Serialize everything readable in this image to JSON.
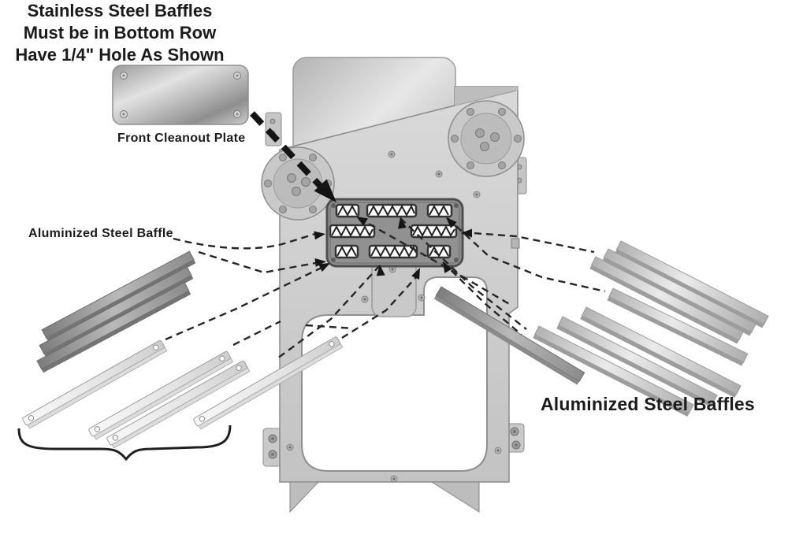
{
  "labels": {
    "front_cleanout_plate": "Front Cleanout Plate",
    "aluminized_steel_baffle": "Aluminized Steel Baffle",
    "aluminized_steel_baffles": "Aluminized Steel Baffles",
    "stainless_note_line1": "Stainless Steel Baffles",
    "stainless_note_line2": "Must be in Bottom Row",
    "stainless_note_line3": "Have 1/4\" Hole As Shown"
  },
  "colors": {
    "background": "#ffffff",
    "text": "#1b1b1b",
    "main_plate": "#cfcfcf",
    "baffle_grid": "#919191",
    "aluminized_baffle_dark": "#8f8f8f",
    "stainless_baffle_light": "#efefef",
    "leader_line": "#262626"
  }
}
